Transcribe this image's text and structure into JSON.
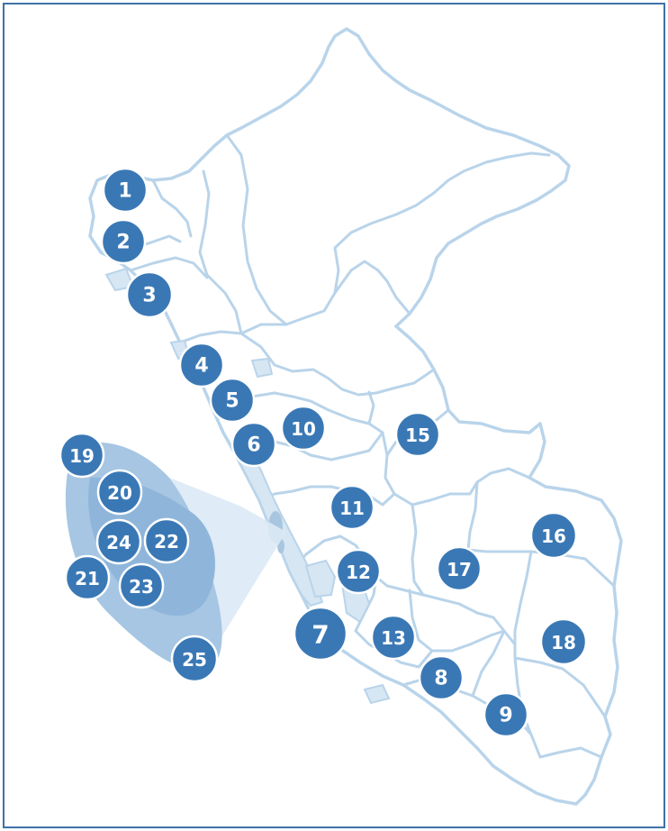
{
  "map": {
    "accent_color": "#3a78b5",
    "border_color": "#b9d4ea",
    "markers": [
      {
        "label": "1"
      },
      {
        "label": "2"
      },
      {
        "label": "3"
      },
      {
        "label": "4"
      },
      {
        "label": "5"
      },
      {
        "label": "6"
      },
      {
        "label": "7"
      },
      {
        "label": "8"
      },
      {
        "label": "9"
      },
      {
        "label": "10"
      },
      {
        "label": "11"
      },
      {
        "label": "12"
      },
      {
        "label": "13"
      },
      {
        "label": "15"
      },
      {
        "label": "16"
      },
      {
        "label": "17"
      },
      {
        "label": "18"
      },
      {
        "label": "19"
      },
      {
        "label": "20"
      },
      {
        "label": "21"
      },
      {
        "label": "22"
      },
      {
        "label": "23"
      },
      {
        "label": "24"
      },
      {
        "label": "25"
      }
    ]
  }
}
